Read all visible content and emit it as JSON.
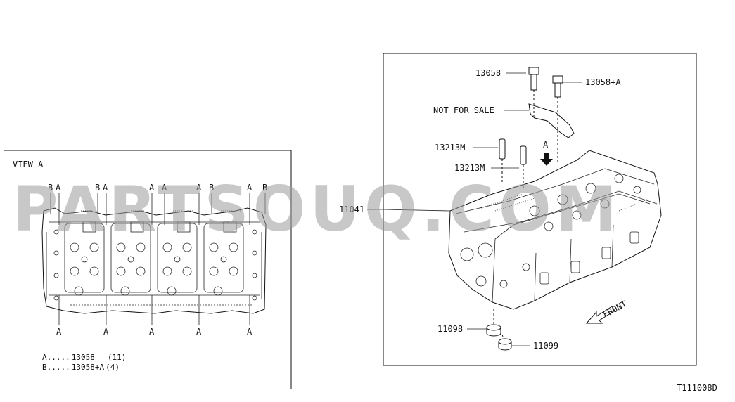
{
  "view_a": {
    "title": "VIEW A",
    "top_markers": [
      "B",
      "A",
      "B",
      "A",
      "A",
      "A",
      "A",
      "B",
      "A",
      "B"
    ],
    "bottom_markers": [
      "A",
      "A",
      "A",
      "A",
      "A"
    ],
    "legend": [
      {
        "key": "A",
        "dots": ".....",
        "part": "13058",
        "qty": "(11)"
      },
      {
        "key": "B",
        "dots": ".....",
        "part": "13058+A",
        "qty": "(4)"
      }
    ]
  },
  "callouts": {
    "bolt": "13058",
    "bolt_a": "13058+A",
    "not_for_sale": "NOT FOR SALE",
    "dowel_1": "13213M",
    "dowel_2": "13213M",
    "view_arrow": "A",
    "head": "11041",
    "seal_1": "11098",
    "seal_2": "11099",
    "front": "FRONT"
  },
  "watermark": "PARTSOUQ.COM",
  "diagram_code": "T111008D"
}
